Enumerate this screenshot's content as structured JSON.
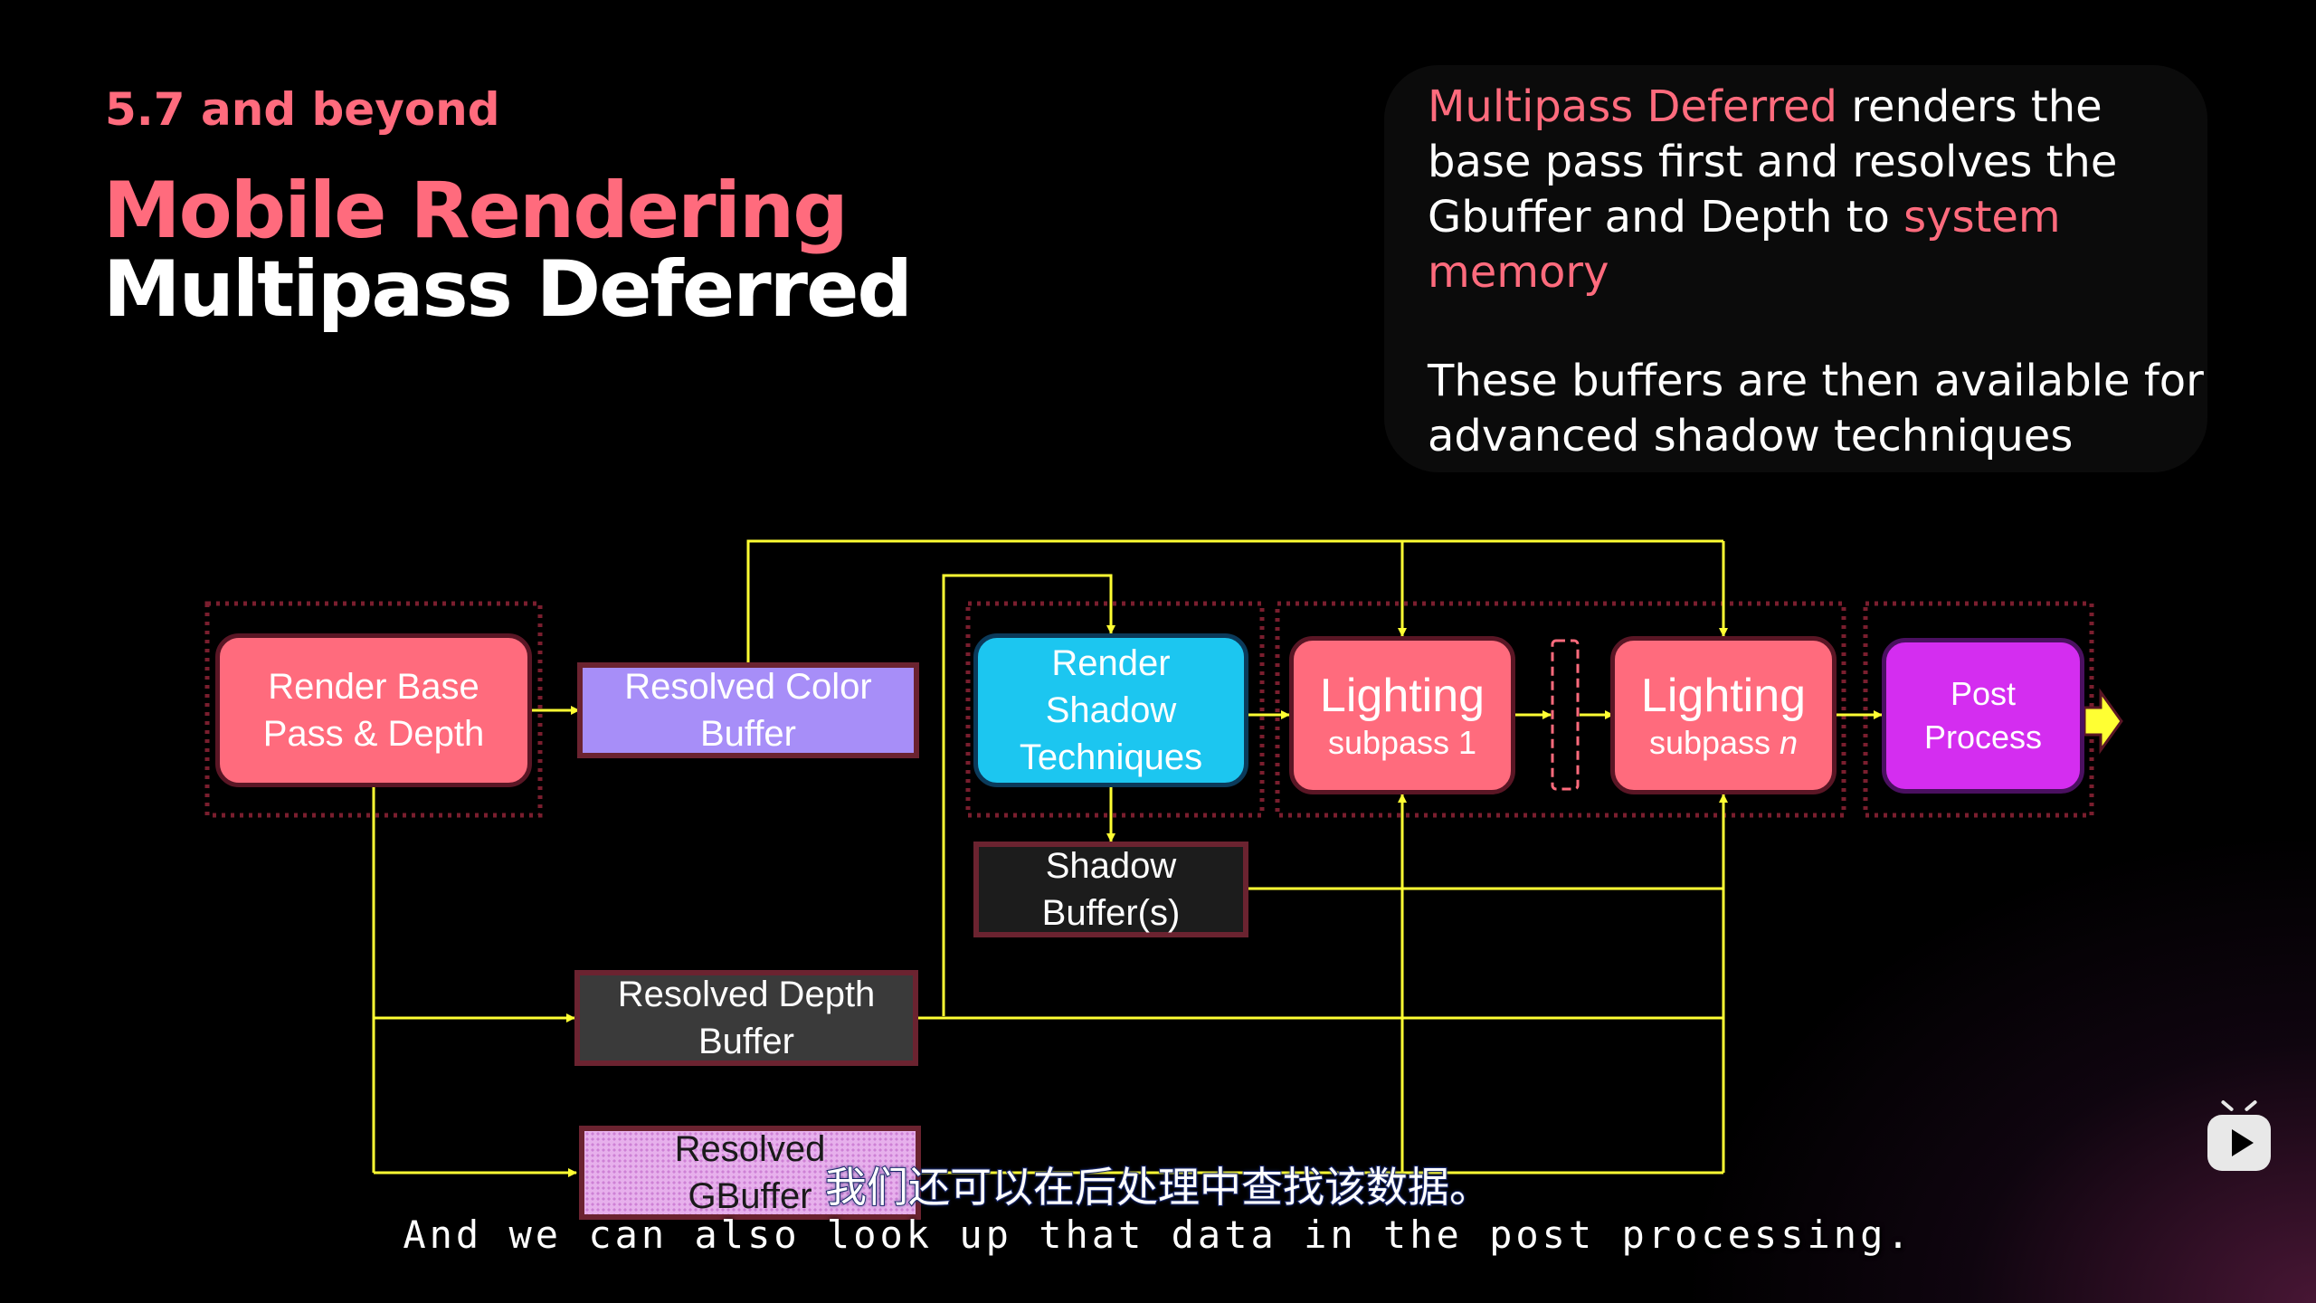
{
  "slide": {
    "eyebrow": "5.7 and beyond",
    "title_line1": "Mobile Rendering",
    "title_line2": "Multipass Deferred"
  },
  "description": {
    "p1_highlight1": "Multipass Deferred",
    "p1_text1": " renders the base pass first and resolves the Gbuffer and Depth to ",
    "p1_highlight2": "system memory",
    "p2": "These buffers are then available for advanced shadow techniques"
  },
  "diagram": {
    "render_base_line1": "Render Base",
    "render_base_line2": "Pass & Depth",
    "resolved_color_line1": "Resolved Color",
    "resolved_color_line2": "Buffer",
    "render_shadow_line1": "Render",
    "render_shadow_line2": "Shadow",
    "render_shadow_line3": "Techniques",
    "shadow_buffer_line1": "Shadow",
    "shadow_buffer_line2": "Buffer(s)",
    "lighting1_title": "Lighting",
    "lighting1_sub": "subpass 1",
    "lightingn_title": "Lighting",
    "lightingn_sub_prefix": "subpass ",
    "lightingn_sub_var": "n",
    "post_process_line1": "Post",
    "post_process_line2": "Process",
    "resolved_depth_line1": "Resolved Depth",
    "resolved_depth_line2": "Buffer",
    "resolved_gbuffer_line1": "Resolved",
    "resolved_gbuffer_line2": "GBuffer"
  },
  "subtitles": {
    "chinese": "我们还可以在后处理中查找该数据。",
    "english": "And we can also look up that data in the post processing."
  },
  "colors": {
    "accent_pink": "#ff6b7d",
    "connector_yellow": "#ffff33",
    "shadow_cyan": "#1cc6f0",
    "post_magenta": "#d42df0",
    "resolved_color_violet": "#a78ef8"
  },
  "icons": {
    "player": "tv-play-icon"
  }
}
